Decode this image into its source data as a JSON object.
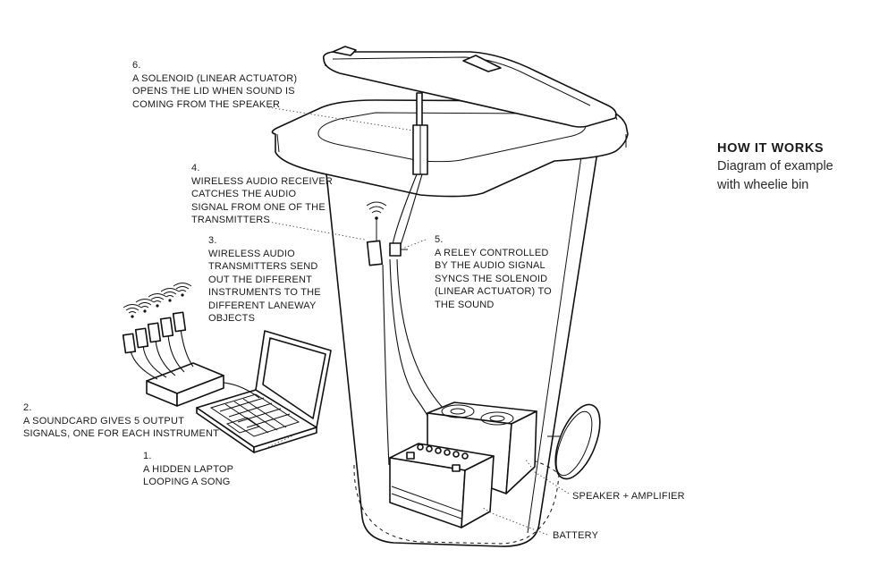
{
  "header": {
    "title": "HOW IT WORKS",
    "subtitle_lines": [
      "Diagram of example",
      "with wheelie bin"
    ]
  },
  "labels": [
    {
      "id": "solenoid",
      "num": "6.",
      "lines": [
        "A SOLENOID (LINEAR ACTUATOR)",
        "OPENS THE LID WHEN SOUND IS",
        "COMING FROM THE SPEAKER"
      ]
    },
    {
      "id": "receiver",
      "num": "4.",
      "lines": [
        "WIRELESS AUDIO RECEIVER",
        "CATCHES THE AUDIO",
        "SIGNAL FROM ONE OF THE",
        "TRANSMITTERS"
      ]
    },
    {
      "id": "transmitters",
      "num": "3.",
      "lines": [
        "WIRELESS AUDIO",
        "TRANSMITTERS SEND",
        "OUT THE DIFFERENT",
        "INSTRUMENTS TO THE",
        "DIFFERENT LANEWAY",
        "OBJECTS"
      ]
    },
    {
      "id": "relay",
      "num": "5.",
      "lines": [
        "A RELEY CONTROLLED",
        "BY THE AUDIO SIGNAL",
        "SYNCS THE SOLENOID",
        "(LINEAR ACTUATOR) TO",
        "THE SOUND"
      ]
    },
    {
      "id": "soundcard",
      "num": "2.",
      "lines": [
        "A SOUNDCARD GIVES 5 OUTPUT",
        "SIGNALS, ONE FOR EACH INSTRUMENT"
      ]
    },
    {
      "id": "laptop",
      "num": "1.",
      "lines": [
        "A HIDDEN LAPTOP",
        "LOOPING A SONG"
      ]
    },
    {
      "id": "speaker",
      "num": "",
      "lines": [
        "SPEAKER + AMPLIFIER"
      ]
    },
    {
      "id": "battery",
      "num": "",
      "lines": [
        "BATTERY"
      ]
    }
  ]
}
